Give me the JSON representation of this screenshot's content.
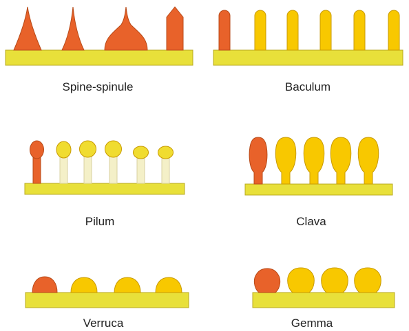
{
  "labels": {
    "spine_spinule": "Spine-spinule",
    "baculum": "Baculum",
    "pilum": "Pilum",
    "clava": "Clava",
    "verruca": "Verruca",
    "gemma": "Gemma"
  },
  "colors": {
    "base": "#e8e03a",
    "base_stroke": "#b8aa20",
    "highlight": "#e8622a",
    "highlight_stroke": "#b84a18",
    "element": "#f8c800",
    "element_stroke": "#c89a00",
    "pilum_head": "#f0dc30",
    "pilum_stalk": "#f4f0c8"
  }
}
